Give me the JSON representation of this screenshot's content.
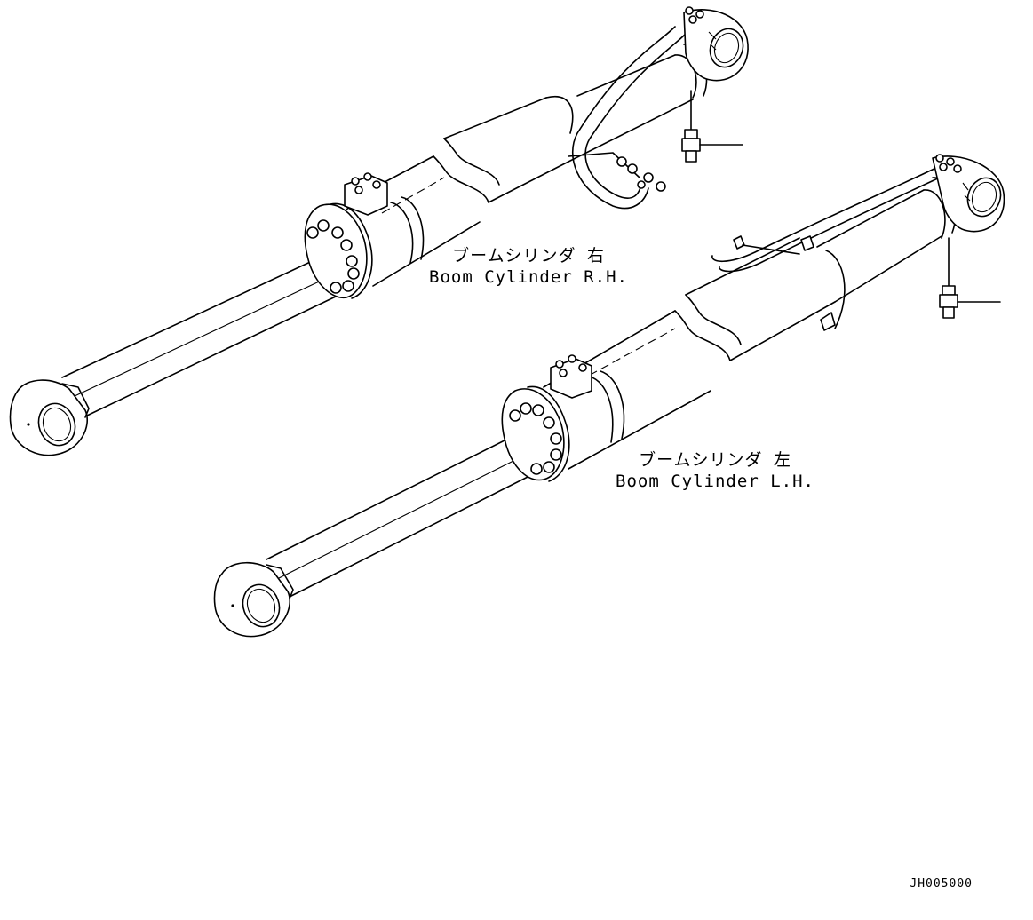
{
  "labels": {
    "rh": {
      "jp": "ブームシリンダ 右",
      "en": "Boom Cylinder R.H."
    },
    "lh": {
      "jp": "ブームシリンダ 左",
      "en": "Boom Cylinder L.H."
    }
  },
  "drawing_code": "JH005000",
  "colors": {
    "line": "#000000",
    "background": "#ffffff"
  }
}
